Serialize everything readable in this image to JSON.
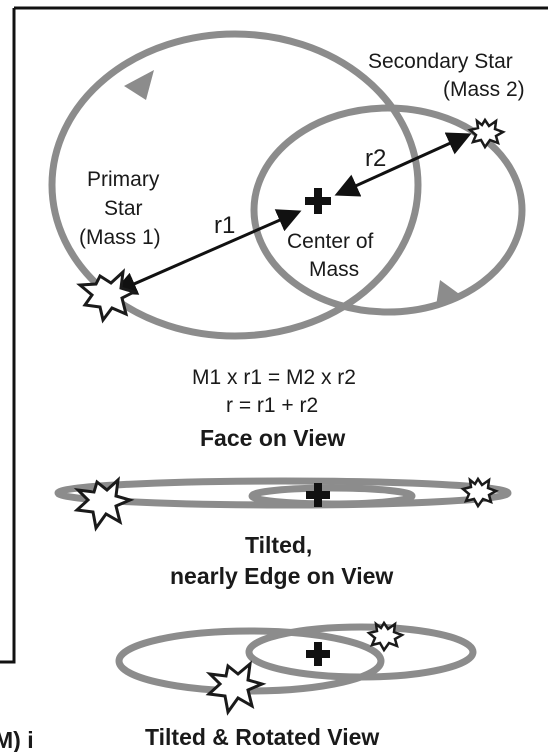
{
  "face_on": {
    "secondary_line1": "Secondary Star",
    "secondary_line2": "(Mass 2)",
    "primary_line1": "Primary",
    "primary_line2": "Star",
    "primary_line3": "(Mass 1)",
    "r1_label": "r1",
    "r2_label": "r2",
    "com_line1": "Center of",
    "com_line2": "Mass",
    "equation1": "M1 x r1 = M2 x r2",
    "equation2": "r = r1 + r2",
    "title": "Face on View"
  },
  "edge_on": {
    "title_line1": "Tilted,",
    "title_line2": "nearly Edge on View"
  },
  "rotated": {
    "title": "Tilted & Rotated View"
  },
  "cut_off_text": "M) i",
  "colors": {
    "orbit": "#8c8c8c",
    "ink": "#111111",
    "background": "#ffffff"
  }
}
